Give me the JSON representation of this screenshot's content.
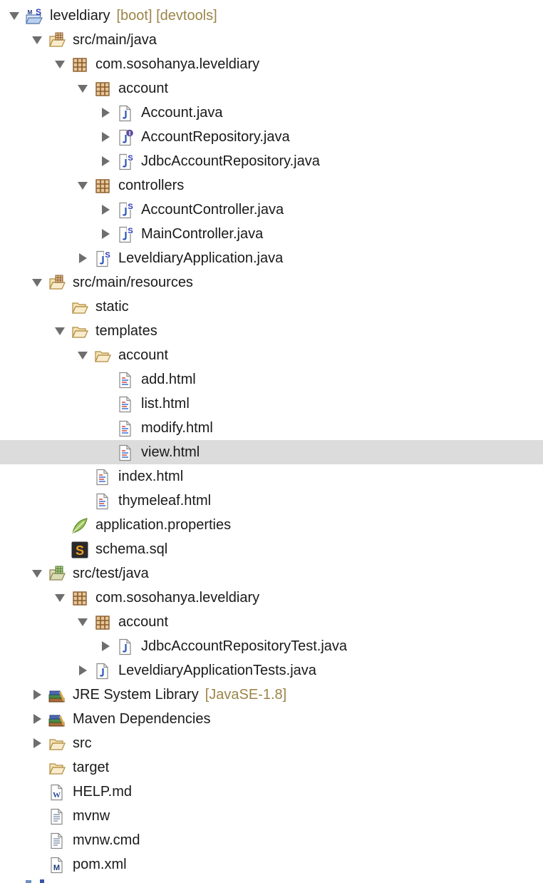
{
  "colors": {
    "selection": "#dcdcdc",
    "decoration": "#9c8548",
    "text": "#1a1a1a",
    "twistie": "#6e6e6e"
  },
  "tree": [
    {
      "label": "leveldiary",
      "decoration": "[boot] [devtools]",
      "depth": 0,
      "toggle": "expanded",
      "icon": "maven-spring-project-icon"
    },
    {
      "label": "src/main/java",
      "depth": 1,
      "toggle": "expanded",
      "icon": "source-folder-icon"
    },
    {
      "label": "com.sosohanya.leveldiary",
      "depth": 2,
      "toggle": "expanded",
      "icon": "package-icon"
    },
    {
      "label": "account",
      "depth": 3,
      "toggle": "expanded",
      "icon": "package-icon"
    },
    {
      "label": "Account.java",
      "depth": 4,
      "toggle": "collapsed",
      "icon": "java-file-icon"
    },
    {
      "label": "AccountRepository.java",
      "depth": 4,
      "toggle": "collapsed",
      "icon": "java-interface-icon"
    },
    {
      "label": "JdbcAccountRepository.java",
      "depth": 4,
      "toggle": "collapsed",
      "icon": "java-spring-file-icon"
    },
    {
      "label": "controllers",
      "depth": 3,
      "toggle": "expanded",
      "icon": "package-icon"
    },
    {
      "label": "AccountController.java",
      "depth": 4,
      "toggle": "collapsed",
      "icon": "java-spring-file-icon"
    },
    {
      "label": "MainController.java",
      "depth": 4,
      "toggle": "collapsed",
      "icon": "java-spring-file-icon"
    },
    {
      "label": "LeveldiaryApplication.java",
      "depth": 3,
      "toggle": "collapsed",
      "icon": "java-spring-file-icon"
    },
    {
      "label": "src/main/resources",
      "depth": 1,
      "toggle": "expanded",
      "icon": "source-folder-icon"
    },
    {
      "label": "static",
      "depth": 2,
      "toggle": "none",
      "icon": "folder-open-icon"
    },
    {
      "label": "templates",
      "depth": 2,
      "toggle": "expanded",
      "icon": "folder-open-icon"
    },
    {
      "label": "account",
      "depth": 3,
      "toggle": "expanded",
      "icon": "folder-open-icon"
    },
    {
      "label": "add.html",
      "depth": 4,
      "toggle": "none",
      "icon": "html-file-icon"
    },
    {
      "label": "list.html",
      "depth": 4,
      "toggle": "none",
      "icon": "html-file-icon"
    },
    {
      "label": "modify.html",
      "depth": 4,
      "toggle": "none",
      "icon": "html-file-icon"
    },
    {
      "label": "view.html",
      "depth": 4,
      "toggle": "none",
      "icon": "html-file-icon",
      "selected": true
    },
    {
      "label": "index.html",
      "depth": 3,
      "toggle": "none",
      "icon": "html-file-icon"
    },
    {
      "label": "thymeleaf.html",
      "depth": 3,
      "toggle": "none",
      "icon": "html-file-icon"
    },
    {
      "label": "application.properties",
      "depth": 2,
      "toggle": "none",
      "icon": "properties-leaf-icon"
    },
    {
      "label": "schema.sql",
      "depth": 2,
      "toggle": "none",
      "icon": "sql-file-icon"
    },
    {
      "label": "src/test/java",
      "depth": 1,
      "toggle": "expanded",
      "icon": "test-source-folder-icon"
    },
    {
      "label": "com.sosohanya.leveldiary",
      "depth": 2,
      "toggle": "expanded",
      "icon": "package-icon"
    },
    {
      "label": "account",
      "depth": 3,
      "toggle": "expanded",
      "icon": "package-icon"
    },
    {
      "label": "JdbcAccountRepositoryTest.java",
      "depth": 4,
      "toggle": "collapsed",
      "icon": "java-file-icon"
    },
    {
      "label": "LeveldiaryApplicationTests.java",
      "depth": 3,
      "toggle": "collapsed",
      "icon": "java-file-icon"
    },
    {
      "label": "JRE System Library",
      "decoration": "[JavaSE-1.8]",
      "depth": 1,
      "toggle": "collapsed",
      "icon": "library-icon"
    },
    {
      "label": "Maven Dependencies",
      "depth": 1,
      "toggle": "collapsed",
      "icon": "library-icon"
    },
    {
      "label": "src",
      "depth": 1,
      "toggle": "collapsed",
      "icon": "folder-open-icon"
    },
    {
      "label": "target",
      "depth": 1,
      "toggle": "none",
      "icon": "folder-open-icon"
    },
    {
      "label": "HELP.md",
      "depth": 1,
      "toggle": "none",
      "icon": "word-file-icon"
    },
    {
      "label": "mvnw",
      "depth": 1,
      "toggle": "none",
      "icon": "text-file-icon"
    },
    {
      "label": "mvnw.cmd",
      "depth": 1,
      "toggle": "none",
      "icon": "text-file-icon"
    },
    {
      "label": "pom.xml",
      "depth": 1,
      "toggle": "none",
      "icon": "maven-pom-icon"
    }
  ]
}
